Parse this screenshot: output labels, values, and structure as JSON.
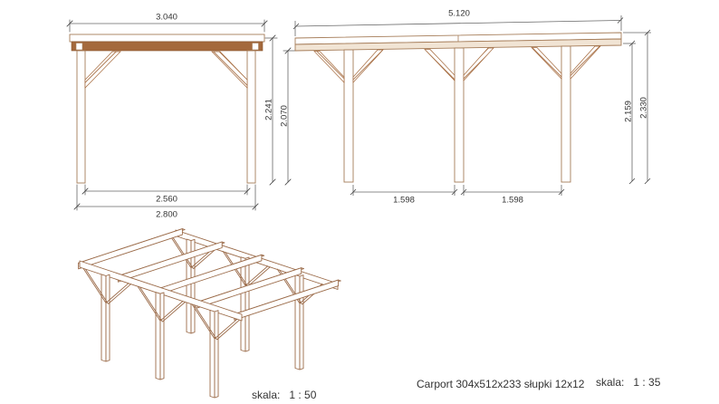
{
  "front_view": {
    "dims": {
      "roof_width": "3.040",
      "total_height": "2.241",
      "clear_height": "2.070",
      "post_clear_span": "2.560",
      "post_outer_span": "2.800"
    }
  },
  "side_view": {
    "dims": {
      "roof_length": "5.120",
      "bay_1": "1.598",
      "bay_2": "1.598",
      "eave_height": "2.159",
      "ridge_height": "2.330"
    }
  },
  "title_block": {
    "drawing_title": "Carport 304x512x233 słupki 12x12",
    "scale_label_iso": "skala:",
    "scale_value_iso": "1 : 50",
    "scale_label_ortho": "skala:",
    "scale_value_ortho": "1 : 35"
  },
  "colors": {
    "wood_outline": "#a57c58",
    "wood_fill_brown": "#a4693c",
    "iso_outline": "#9b6b49",
    "dim_line": "#555555",
    "text": "#333333"
  }
}
